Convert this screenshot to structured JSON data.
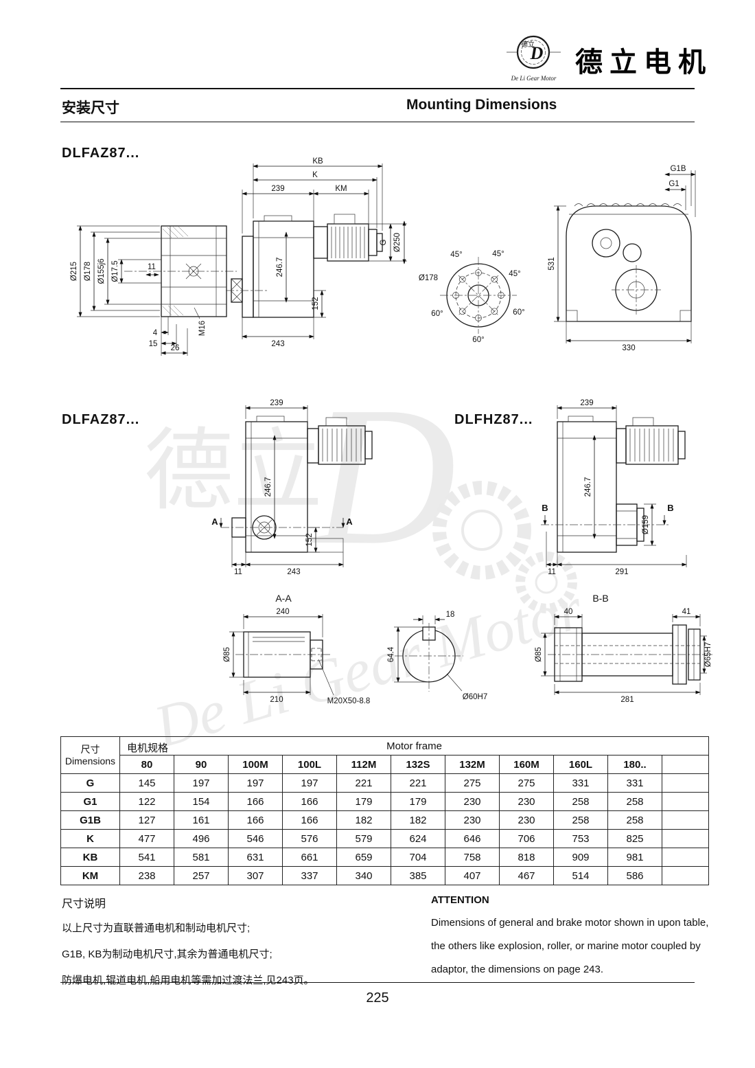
{
  "header": {
    "brand_cn": "德立电机",
    "logo_cn": "德立",
    "logo_caption": "De Li Gear Motor",
    "title_cn": "安装尺寸",
    "title_en": "Mounting Dimensions"
  },
  "sections": {
    "d1_title": "DLFAZ87...",
    "d2_title": "DLFAZ87...",
    "d3_title": "DLFHZ87..."
  },
  "d1": {
    "left": {
      "dia215": "Ø215",
      "dia178": "Ø178",
      "dia155": "Ø155j6",
      "dia17": "Ø17.5",
      "n11": "11",
      "m16": "M16",
      "n4": "4",
      "n15": "15",
      "n26": "26"
    },
    "mid": {
      "kb": "KB",
      "k": "K",
      "n239": "239",
      "km": "KM",
      "g": "G",
      "dia250": "Ø250",
      "n246": "246.7",
      "n152": "152",
      "n243": "243"
    },
    "flange": {
      "a45a": "45°",
      "a45b": "45°",
      "a45c": "45°",
      "dia178": "Ø178",
      "a60a": "60°",
      "a60b": "60°",
      "a60c": "60°"
    },
    "front": {
      "g1b": "G1B",
      "g1": "G1",
      "n531": "531",
      "n330": "330"
    }
  },
  "d2": {
    "n239": "239",
    "n246": "246.7",
    "n152": "152",
    "a": "A",
    "n11": "11",
    "n243": "243"
  },
  "d3": {
    "n239": "239",
    "n246": "246.7",
    "dia159": "Ø159",
    "b": "B",
    "n11": "11",
    "n291": "291"
  },
  "sec": {
    "aa": {
      "title": "A-A",
      "n240": "240",
      "dia85": "Ø85",
      "n210": "210",
      "thread": "M20X50-8.8"
    },
    "key": {
      "n18": "18",
      "n644": "64.4",
      "dia60": "Ø60H7"
    },
    "bb": {
      "title": "B-B",
      "n40": "40",
      "n41": "41",
      "dia85": "Ø85",
      "n281": "281",
      "dia65": "Ø65H7"
    }
  },
  "table": {
    "dim_cn": "尺寸",
    "dim_en": "Dimensions",
    "spec_cn": "电机规格",
    "frame_en": "Motor frame",
    "columns": [
      "80",
      "90",
      "100M",
      "100L",
      "112M",
      "132S",
      "132M",
      "160M",
      "160L",
      "180.."
    ],
    "rows": [
      {
        "name": "G",
        "values": [
          "145",
          "197",
          "197",
          "197",
          "221",
          "221",
          "275",
          "275",
          "331",
          "331"
        ]
      },
      {
        "name": "G1",
        "values": [
          "122",
          "154",
          "166",
          "166",
          "179",
          "179",
          "230",
          "230",
          "258",
          "258"
        ]
      },
      {
        "name": "G1B",
        "values": [
          "127",
          "161",
          "166",
          "166",
          "182",
          "182",
          "230",
          "230",
          "258",
          "258"
        ]
      },
      {
        "name": "K",
        "values": [
          "477",
          "496",
          "546",
          "576",
          "579",
          "624",
          "646",
          "706",
          "753",
          "825"
        ]
      },
      {
        "name": "KB",
        "values": [
          "541",
          "581",
          "631",
          "661",
          "659",
          "704",
          "758",
          "818",
          "909",
          "981"
        ]
      },
      {
        "name": "KM",
        "values": [
          "238",
          "257",
          "307",
          "337",
          "340",
          "385",
          "407",
          "467",
          "514",
          "586"
        ]
      }
    ]
  },
  "notes": {
    "cn_title": "尺寸说明",
    "cn_line1": "以上尺寸为直联普通电机和制动电机尺寸;",
    "cn_line2": "G1B, KB为制动电机尺寸,其余为普通电机尺寸;",
    "cn_line3": "防爆电机,辊道电机,船用电机等需加过渡法兰,见243页。",
    "en_title": "ATTENTION",
    "en_line1": "Dimensions of general and brake motor shown in upon table,",
    "en_line2": "the others like explosion, roller, or marine motor coupled by",
    "en_line3": "adaptor, the dimensions on page 243."
  },
  "footer": {
    "page_number": "225"
  },
  "watermark": {
    "text": "De Li Gear Motor",
    "cn": "德立"
  }
}
